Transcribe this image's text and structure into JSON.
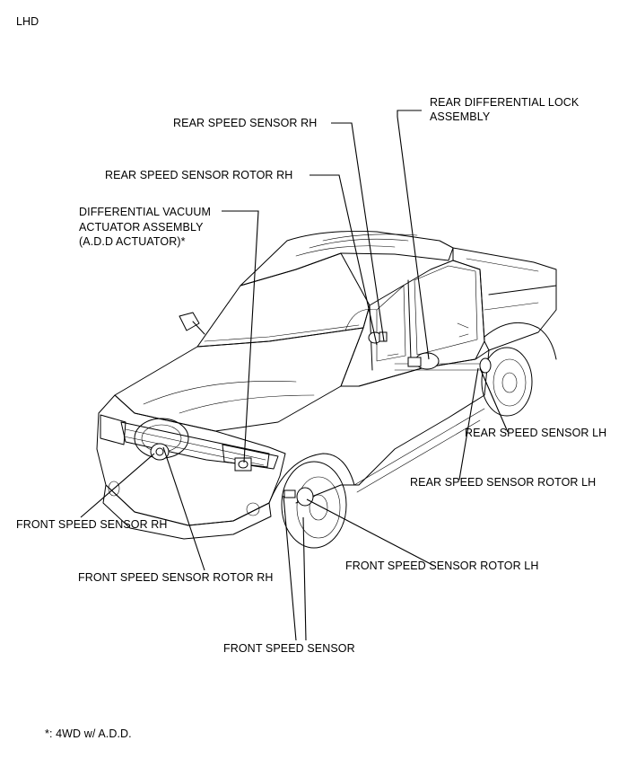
{
  "corner_label": "LHD",
  "labels": {
    "rear_diff_lock_line1": "REAR DIFFERENTIAL LOCK",
    "rear_diff_lock_line2": "ASSEMBLY",
    "rear_speed_sensor_rh": "REAR SPEED SENSOR RH",
    "rear_speed_sensor_rotor_rh": "REAR SPEED SENSOR ROTOR RH",
    "diff_vacuum_line1": "DIFFERENTIAL VACUUM",
    "diff_vacuum_line2": "ACTUATOR ASSEMBLY",
    "diff_vacuum_line3": "(A.D.D ACTUATOR)*",
    "rear_speed_sensor_lh": "REAR SPEED SENSOR LH",
    "rear_speed_sensor_rotor_lh": "REAR SPEED SENSOR ROTOR LH",
    "front_speed_sensor_rh": "FRONT SPEED SENSOR RH",
    "front_speed_sensor_rotor_lh": "FRONT SPEED SENSOR ROTOR LH",
    "front_speed_sensor_rotor_rh": "FRONT SPEED SENSOR ROTOR RH",
    "front_speed_sensor": "FRONT SPEED SENSOR"
  },
  "footnote": "*: 4WD w/ A.D.D."
}
